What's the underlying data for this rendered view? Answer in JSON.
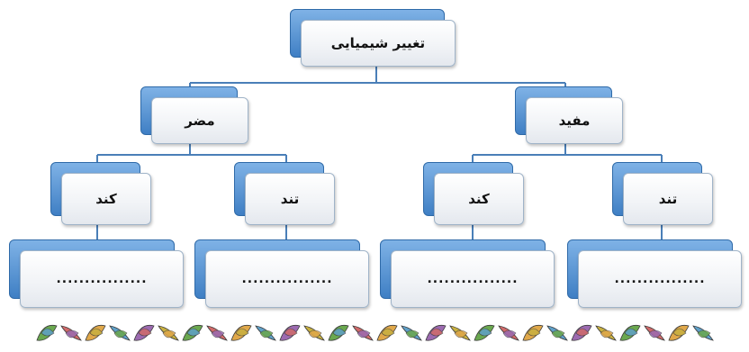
{
  "diagram": {
    "root": {
      "label": "تغییر شیمیایی"
    },
    "categories": [
      {
        "label": "مضر"
      },
      {
        "label": "مفید"
      }
    ],
    "speeds": [
      {
        "label": "کند"
      },
      {
        "label": "تند"
      },
      {
        "label": "کند"
      },
      {
        "label": "تند"
      }
    ],
    "blanks": [
      {
        "label": "................"
      },
      {
        "label": "................"
      },
      {
        "label": "................"
      },
      {
        "label": "................"
      }
    ],
    "colors": {
      "box_back": "#4f8fd0",
      "box_front": "#f4f6f9",
      "connector": "#4a7fb8"
    },
    "decoration": "leaf-border"
  }
}
